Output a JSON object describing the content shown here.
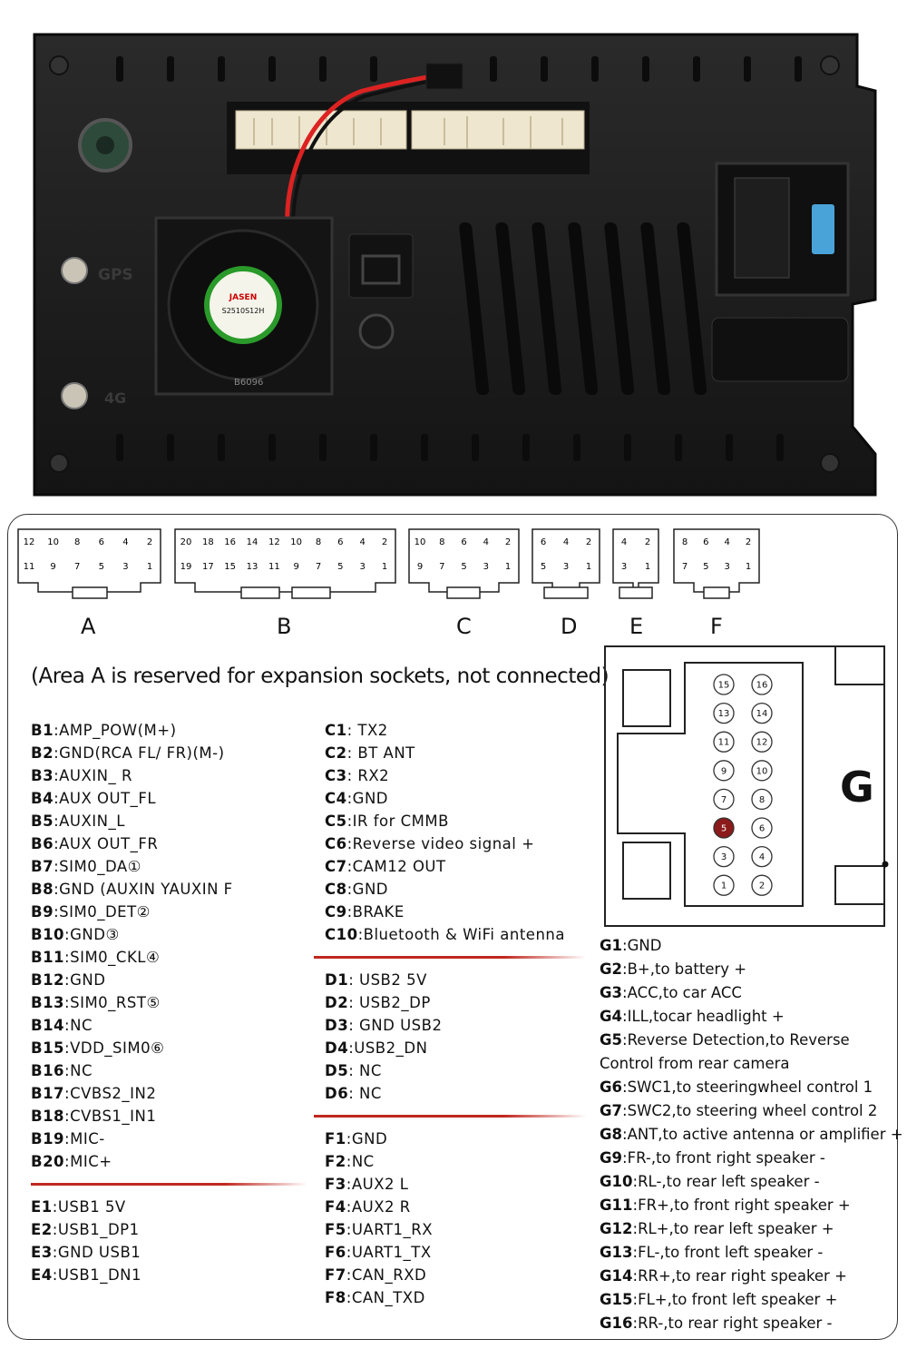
{
  "photo": {
    "caption_gps": "GPS",
    "caption_4g": "4G",
    "fan_label": "JASEN",
    "fan_part": "S2510S12H",
    "fan_code": "B6096"
  },
  "sockets": [
    {
      "id": "A",
      "top_pins": [
        "12",
        "10",
        "8",
        "6",
        "4",
        "2"
      ],
      "bottom_pins": [
        "11",
        "9",
        "7",
        "5",
        "3",
        "1"
      ]
    },
    {
      "id": "B",
      "top_pins": [
        "20",
        "18",
        "16",
        "14",
        "12",
        "10",
        "8",
        "6",
        "4",
        "2"
      ],
      "bottom_pins": [
        "19",
        "17",
        "15",
        "13",
        "11",
        "9",
        "7",
        "5",
        "3",
        "1"
      ]
    },
    {
      "id": "C",
      "top_pins": [
        "10",
        "8",
        "6",
        "4",
        "2"
      ],
      "bottom_pins": [
        "9",
        "7",
        "5",
        "3",
        "1"
      ]
    },
    {
      "id": "D",
      "top_pins": [
        "6",
        "4",
        "2"
      ],
      "bottom_pins": [
        "5",
        "3",
        "1"
      ]
    },
    {
      "id": "E",
      "top_pins": [
        "4",
        "2"
      ],
      "bottom_pins": [
        "3",
        "1"
      ]
    },
    {
      "id": "F",
      "top_pins": [
        "8",
        "6",
        "4",
        "2"
      ],
      "bottom_pins": [
        "7",
        "5",
        "3",
        "1"
      ]
    }
  ],
  "note": "(Area A is reserved for expansion sockets, not connected)",
  "connector_g": {
    "label": "G",
    "highlight_pin": "5",
    "highlight_color": "#8b1a1a",
    "pins": [
      [
        "15",
        "16"
      ],
      [
        "13",
        "14"
      ],
      [
        "11",
        "12"
      ],
      [
        "9",
        "10"
      ],
      [
        "7",
        "8"
      ],
      [
        "5",
        "6"
      ],
      [
        "3",
        "4"
      ],
      [
        "1",
        "2"
      ]
    ]
  },
  "pins_b": [
    {
      "id": "B1",
      "desc": ":AMP_POW(M+)"
    },
    {
      "id": "B2",
      "desc": ":GND(RCA FL/ FR)(M-)"
    },
    {
      "id": "B3",
      "desc": ":AUXIN_ R"
    },
    {
      "id": "B4",
      "desc": ":AUX OUT_FL"
    },
    {
      "id": "B5",
      "desc": ":AUXIN_L"
    },
    {
      "id": "B6",
      "desc": ":AUX OUT_FR"
    },
    {
      "id": "B7",
      "desc": ":SIM0_DA①"
    },
    {
      "id": "B8",
      "desc": ":GND (AUXIN YAUXIN F"
    },
    {
      "id": "B9",
      "desc": ":SIM0_DET②"
    },
    {
      "id": "B10",
      "desc": ":GND③"
    },
    {
      "id": "B11",
      "desc": ":SIM0_CKL④"
    },
    {
      "id": "B12",
      "desc": ":GND"
    },
    {
      "id": "B13",
      "desc": ":SIM0_RST⑤"
    },
    {
      "id": "B14",
      "desc": ":NC"
    },
    {
      "id": "B15",
      "desc": ":VDD_SIM0⑥"
    },
    {
      "id": "B16",
      "desc": ":NC"
    },
    {
      "id": "B17",
      "desc": ":CVBS2_IN2"
    },
    {
      "id": "B18",
      "desc": ":CVBS1_IN1"
    },
    {
      "id": "B19",
      "desc": ":MIC-"
    },
    {
      "id": "B20",
      "desc": ":MIC+"
    }
  ],
  "pins_e": [
    {
      "id": "E1",
      "desc": ":USB1 5V"
    },
    {
      "id": "E2",
      "desc": ":USB1_DP1"
    },
    {
      "id": "E3",
      "desc": ":GND USB1"
    },
    {
      "id": "E4",
      "desc": ":USB1_DN1"
    }
  ],
  "pins_c": [
    {
      "id": "C1",
      "desc": ": TX2"
    },
    {
      "id": "C2",
      "desc": ": BT ANT"
    },
    {
      "id": "C3",
      "desc": ": RX2"
    },
    {
      "id": "C4",
      "desc": ":GND"
    },
    {
      "id": "C5",
      "desc": ":IR for CMMB"
    },
    {
      "id": "C6",
      "desc": ":Reverse video signal +"
    },
    {
      "id": "C7",
      "desc": ":CAM12 OUT"
    },
    {
      "id": "C8",
      "desc": ":GND"
    },
    {
      "id": "C9",
      "desc": ":BRAKE"
    },
    {
      "id": "C10",
      "desc": ":Bluetooth & WiFi antenna"
    }
  ],
  "pins_d": [
    {
      "id": "D1",
      "desc": ": USB2 5V"
    },
    {
      "id": "D2",
      "desc": ": USB2_DP"
    },
    {
      "id": "D3",
      "desc": ": GND USB2"
    },
    {
      "id": "D4",
      "desc": ":USB2_DN"
    },
    {
      "id": "D5",
      "desc": ": NC"
    },
    {
      "id": "D6",
      "desc": ": NC"
    }
  ],
  "pins_f": [
    {
      "id": "F1",
      "desc": ":GND"
    },
    {
      "id": "F2",
      "desc": ":NC"
    },
    {
      "id": "F3",
      "desc": ":AUX2 L"
    },
    {
      "id": "F4",
      "desc": ":AUX2 R"
    },
    {
      "id": "F5",
      "desc": ":UART1_RX"
    },
    {
      "id": "F6",
      "desc": ":UART1_TX"
    },
    {
      "id": "F7",
      "desc": ":CAN_RXD"
    },
    {
      "id": "F8",
      "desc": ":CAN_TXD"
    }
  ],
  "pins_g": [
    {
      "id": "G1",
      "desc": ":GND"
    },
    {
      "id": "G2",
      "desc": ":B+,to battery +"
    },
    {
      "id": "G3",
      "desc": ":ACC,to car ACC"
    },
    {
      "id": "G4",
      "desc": ":ILL,tocar headlight +"
    },
    {
      "id": "G5",
      "desc": ":Reverse Detection,to Reverse"
    },
    {
      "id": "",
      "desc": "Control from rear camera"
    },
    {
      "id": "G6",
      "desc": ":SWC1,to steeringwheel control 1"
    },
    {
      "id": "G7",
      "desc": ":SWC2,to steering wheel control 2"
    },
    {
      "id": "G8",
      "desc": ":ANT,to active antenna or amplifier +"
    },
    {
      "id": "G9",
      "desc": ":FR-,to front right speaker -"
    },
    {
      "id": "G10",
      "desc": ":RL-,to rear left speaker -"
    },
    {
      "id": "G11",
      "desc": ":FR+,to front right speaker +"
    },
    {
      "id": "G12",
      "desc": ":RL+,to rear left speaker +"
    },
    {
      "id": "G13",
      "desc": ":FL-,to front left speaker -"
    },
    {
      "id": "G14",
      "desc": ":RR+,to rear right speaker +"
    },
    {
      "id": "G15",
      "desc": ":FL+,to front left speaker +"
    },
    {
      "id": "G16",
      "desc": ":RR-,to rear right speaker -"
    }
  ],
  "colors": {
    "divider_red": "#c0281f",
    "unit_body": "#1b1b1b",
    "connector_plug": "#efe6cf"
  }
}
